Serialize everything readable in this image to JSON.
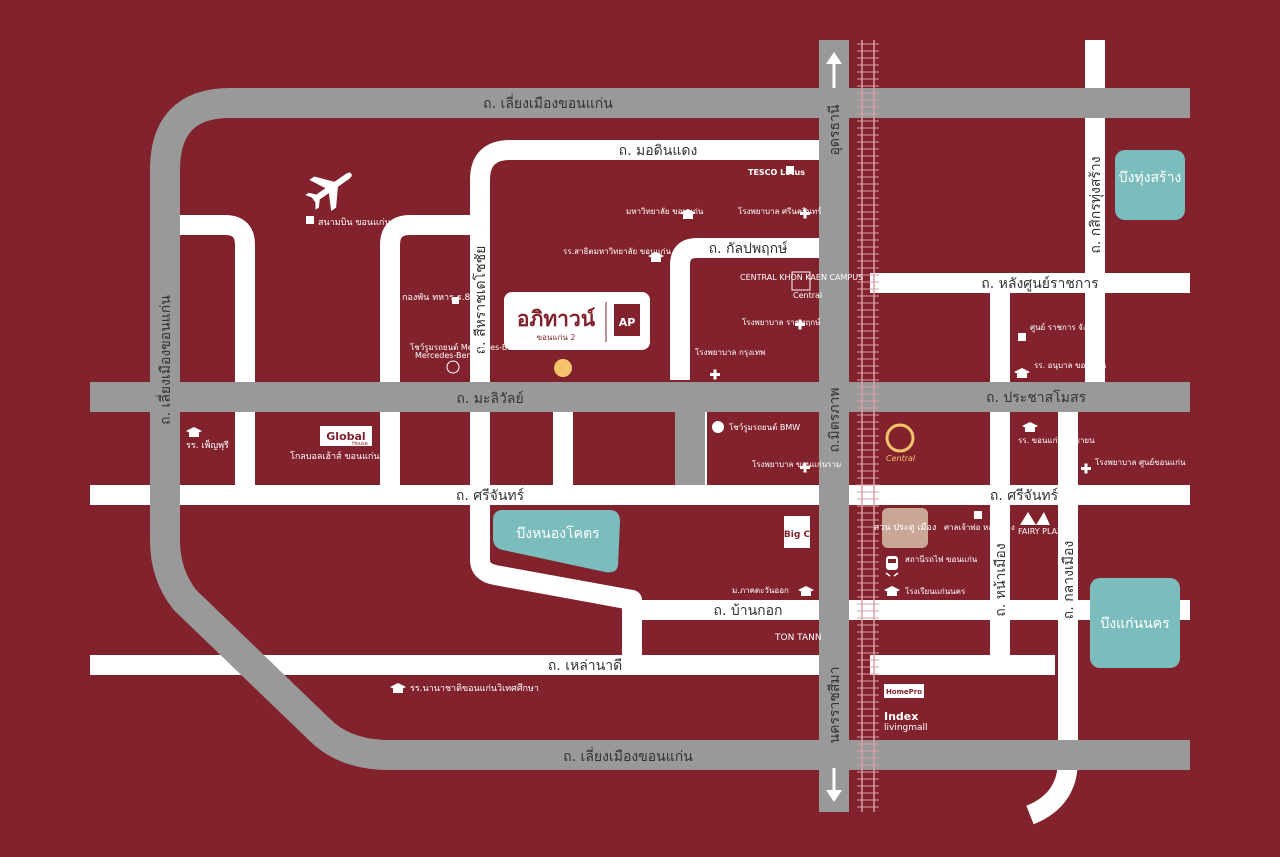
{
  "colors": {
    "background": "#82222d",
    "primary_road": "#999999",
    "secondary_road": "#ffffff",
    "lake": "#7bbdbd",
    "pin": "#f5c36b"
  },
  "roads": {
    "ring_top": "ถ. เลี่ยงเมืองขอนแก่น",
    "ring_bottom": "ถ. เลี่ยงเมืองขอนแก่น",
    "ring_left": "ถ. เลี่ยงเมืองขอนแก่น",
    "udon": "อุดรธานี",
    "nakhon": "นครราชสีมา",
    "mittraphap": "ถ.มิตรภาพ",
    "maliwan": "ถ. มะลิวัลย์",
    "srichan_left": "ถ. ศรีจันทร์",
    "srichan_right": "ถ. ศรีจันทร์",
    "lao_na_di": "ถ. เหล่านาดี",
    "ban_kok": "ถ. บ้านกอก",
    "modindaeng": "ถ. มอดินแดง",
    "kanlapaphruek": "ถ. กัลปพฤกษ์",
    "sahatsachai": "ถ. สีหราชเดโชชัย",
    "lang_sunrachakan": "ถ. หลังศูนย์ราชการ",
    "prachasamosorn": "ถ. ประชาสโมสร",
    "kasikam": "ถ. กสิกรทุ่งสร้าง",
    "na_muang": "ถ. หน้าเมือง",
    "klang_muang": "ถ. กลางเมือง"
  },
  "lakes": {
    "thung_sang": "บึงทุ่งสร้าง",
    "nong_khot": "บึงหนองโคตร",
    "kaen_nakhon": "บึงแก่นนคร"
  },
  "project": {
    "name": "อภิทาวน์",
    "sub": "ขอนแก่น 2",
    "badge": "AP"
  },
  "pois": {
    "airport": "สนามบิน ขอนแก่น",
    "army": "กองพัน ทหาร ร.8",
    "benz": "โชว์รูมรถยนต์ Mercedes-Benz",
    "benz_caption": "Mercedes-Benz",
    "tesco": "TESCO Lotus",
    "kku": "มหาวิทยาลัย ขอนแก่น",
    "satit": "รร.สาธิตมหาวิทยาลัย ขอนแก่น",
    "srinagarind": "โรงพยาบาล ศรีนครินทร์",
    "central_campus": "CENTRAL KHON KAEN CAMPUS",
    "central_small": "Central",
    "ratchaphruek": "โรงพยาบาล ราชพฤกษ์",
    "bangkok_hosp": "โรงพยาบาล กรุงเทพ",
    "global_logo": "Global",
    "global_sub": "House",
    "global": "โกลบอลเฮ้าส์ ขอนแก่น",
    "phenphuri": "รร. เพ็ญพุรี",
    "bmw": "โชว์รูมรถยนต์ BMW",
    "khonkaen_ram": "โรงพยาบาล ขอนแก่นราม",
    "bigc": "Big C",
    "northeastern": "ม.ภาคตะวันออก",
    "tontann": "TON TANN",
    "nanachat": "รร.นานาชาติขอนแก่นวิเทศศึกษา",
    "homepro": "HomePro",
    "index": "Index",
    "index_sub": "livingmall",
    "central_mall": "Central",
    "sun_rachakan": "ศูนย์ ราชการ จังหวัด",
    "anuban": "รร. อนุบาล ขอนแก่น",
    "khonkaen_wittayayon": "รร. ขอนแก่น วิทยายน",
    "sun_kk_hosp": "โรงพยาบาล ศูนย์ขอนแก่น",
    "suan": "สวน ประตู เมือง",
    "lak_muang": "ศาลเจ้าพ่อ หลักเมือง",
    "fairy": "FAIRY PLAZA",
    "station": "สถานีรถไฟ ขอนแก่น",
    "kaennakhon_school": "โรงเรียนแก่นนคร"
  },
  "icons": [
    "airplane-icon",
    "graduation-cap-icon",
    "hospital-cross-icon",
    "train-icon",
    "north-arrow-icon",
    "south-arrow-icon"
  ]
}
